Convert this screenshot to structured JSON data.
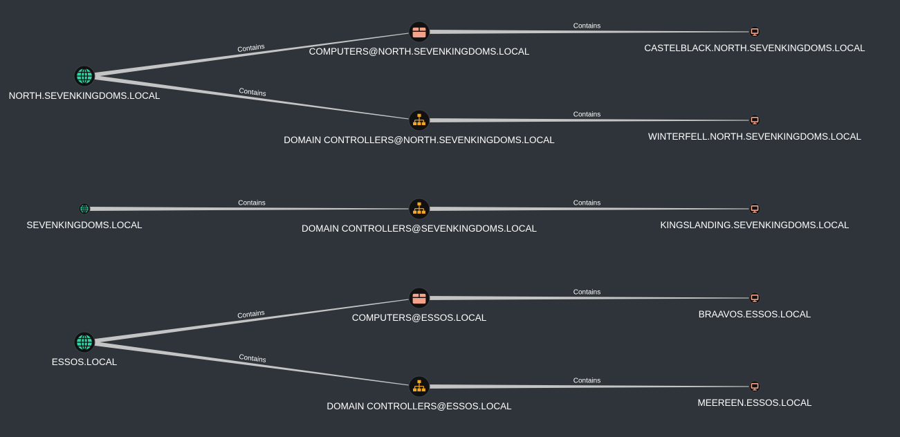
{
  "colors": {
    "background": "#2e343a",
    "edge": "#c4c4c4",
    "node_ring": "#111111",
    "domain": "#2fd5a4",
    "ou": "#f4a28a",
    "group": "#f5a623",
    "computer": "#f4a28a",
    "label": "#ffffff"
  },
  "nodes": [
    {
      "id": "north",
      "label": "NORTH.SEVENKINGDOMS.LOCAL",
      "kind": "domain",
      "icon": "globe-icon"
    },
    {
      "id": "computers_north",
      "label": "COMPUTERS@NORTH.SEVENKINGDOMS.LOCAL",
      "kind": "ou",
      "icon": "ou-box-icon"
    },
    {
      "id": "castelblack",
      "label": "CASTELBLACK.NORTH.SEVENKINGDOMS.LOCAL",
      "kind": "computer",
      "icon": "computer-icon"
    },
    {
      "id": "dc_north",
      "label": "DOMAIN CONTROLLERS@NORTH.SEVENKINGDOMS.LOCAL",
      "kind": "group",
      "icon": "org-chart-icon"
    },
    {
      "id": "winterfell",
      "label": "WINTERFELL.NORTH.SEVENKINGDOMS.LOCAL",
      "kind": "computer",
      "icon": "computer-icon"
    },
    {
      "id": "sevenkingdoms",
      "label": "SEVENKINGDOMS.LOCAL",
      "kind": "domain",
      "icon": "globe-icon"
    },
    {
      "id": "dc_seven",
      "label": "DOMAIN CONTROLLERS@SEVENKINGDOMS.LOCAL",
      "kind": "group",
      "icon": "org-chart-icon"
    },
    {
      "id": "kingslanding",
      "label": "KINGSLANDING.SEVENKINGDOMS.LOCAL",
      "kind": "computer",
      "icon": "computer-icon"
    },
    {
      "id": "essos",
      "label": "ESSOS.LOCAL",
      "kind": "domain",
      "icon": "globe-icon"
    },
    {
      "id": "computers_essos",
      "label": "COMPUTERS@ESSOS.LOCAL",
      "kind": "ou",
      "icon": "ou-box-icon"
    },
    {
      "id": "braavos",
      "label": "BRAAVOS.ESSOS.LOCAL",
      "kind": "computer",
      "icon": "computer-icon"
    },
    {
      "id": "dc_essos",
      "label": "DOMAIN CONTROLLERS@ESSOS.LOCAL",
      "kind": "group",
      "icon": "org-chart-icon"
    },
    {
      "id": "meereen",
      "label": "MEEREEN.ESSOS.LOCAL",
      "kind": "computer",
      "icon": "computer-icon"
    }
  ],
  "edges": [
    {
      "source": "north",
      "target": "computers_north",
      "label": "Contains"
    },
    {
      "source": "north",
      "target": "dc_north",
      "label": "Contains"
    },
    {
      "source": "computers_north",
      "target": "castelblack",
      "label": "Contains"
    },
    {
      "source": "dc_north",
      "target": "winterfell",
      "label": "Contains"
    },
    {
      "source": "sevenkingdoms",
      "target": "dc_seven",
      "label": "Contains"
    },
    {
      "source": "dc_seven",
      "target": "kingslanding",
      "label": "Contains"
    },
    {
      "source": "essos",
      "target": "computers_essos",
      "label": "Contains"
    },
    {
      "source": "essos",
      "target": "dc_essos",
      "label": "Contains"
    },
    {
      "source": "computers_essos",
      "target": "braavos",
      "label": "Contains"
    },
    {
      "source": "dc_essos",
      "target": "meereen",
      "label": "Contains"
    }
  ]
}
